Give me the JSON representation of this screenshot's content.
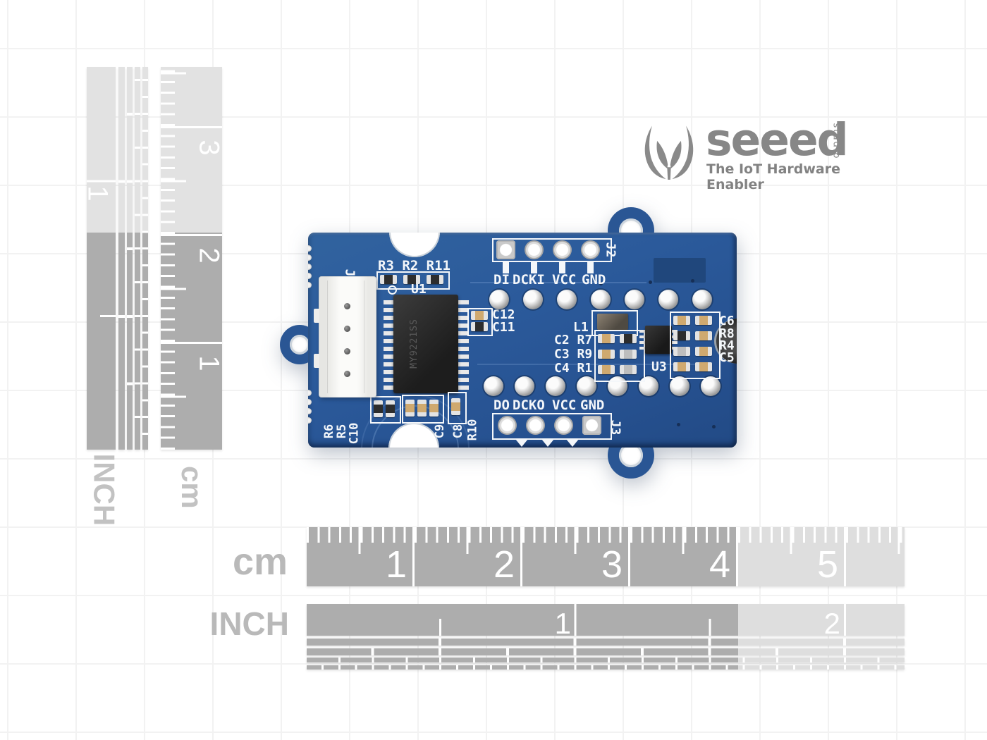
{
  "logo": {
    "brand": "seeed",
    "studio": "studio",
    "tagline": "The IoT Hardware Enabler"
  },
  "rulers": {
    "bottom_cm": {
      "unit": "cm",
      "numbers": [
        "1",
        "2",
        "3",
        "4",
        "5"
      ]
    },
    "bottom_inch": {
      "unit": "INCH",
      "numbers": [
        "1",
        "2"
      ]
    },
    "left_cm": {
      "unit": "cm",
      "numbers": [
        "3",
        "2",
        "1"
      ]
    },
    "left_inch": {
      "unit": "INCH",
      "numbers": [
        "1"
      ]
    }
  },
  "board": {
    "connector_ref": "J1",
    "top_header": {
      "ref": "J2",
      "pins": [
        "DI",
        "DCKI",
        "VCC",
        "GND"
      ]
    },
    "bottom_header": {
      "ref": "J3",
      "pins": [
        "DO",
        "DCKO",
        "VCC",
        "GND"
      ]
    },
    "ic1": {
      "ref": "U1",
      "marking": "MY9221SS"
    },
    "ic2": {
      "ref": "U3"
    },
    "inductor_ref": "L1",
    "top_resistors": "R3 R2 R11",
    "caps_left": [
      "C12",
      "C11"
    ],
    "mid_rows": [
      "C2 R7",
      "C3 R9",
      "C4 R1"
    ],
    "right_column": [
      "C6",
      "R8",
      "R4",
      "C5"
    ],
    "bottom_left_refs": [
      "R6",
      "R5",
      "C10"
    ],
    "bottom_mid_refs": [
      "C9",
      "C8",
      "R10"
    ]
  },
  "colors": {
    "pcb_blue": "#2b5a9b",
    "ruler_dark": "#adadad",
    "ruler_light": "#dedede",
    "logo_gray": "#878787",
    "silkscreen": "#f4f7fa"
  }
}
